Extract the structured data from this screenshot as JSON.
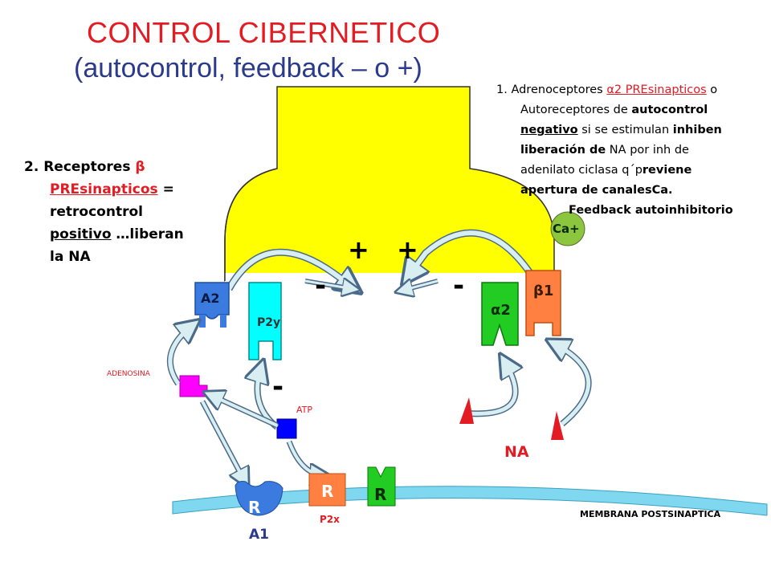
{
  "title": {
    "line1": "CONTROL CIBERNETICO",
    "line2": "(autocontrol, feedback – o +)"
  },
  "note1": {
    "prefix": "1. Adrenoceptores ",
    "highlight": "α2 PREsinapticos",
    "suffix": " o",
    "l2a": "Autoreceptores  de ",
    "l2b": "autocontrol",
    "l3a": "negativo",
    "l3b": " si se estimulan ",
    "l3c": "inhiben",
    "l4a": "liberación de",
    "l4b": " NA ",
    "l4c": "por inh de",
    "l5a": "adenilato ciclasa q´p",
    "l5b": "reviene",
    "l6": "apertura de canalesCa.",
    "l7": "Feedback autoinhibitorio"
  },
  "note2": {
    "prefix": "2. Receptores ",
    "beta": "β",
    "l2a": "PREsinapticos",
    "l2b": " =",
    "l3": "retrocontrol",
    "l4a": "positivo",
    "l4b": " …liberan",
    "l5": "la NA"
  },
  "labels": {
    "ca": "Ca+",
    "a2": "A2",
    "p2y": "P2y",
    "alpha2": "α2",
    "beta1": "β1",
    "plus1": "+",
    "plus2": "+",
    "minus1": "-",
    "minus2": "-",
    "minus3": "-",
    "adenosina": "ADENOSINA",
    "atp": "ATP",
    "na": "NA",
    "r1": "R",
    "a1": "A1",
    "r2": "R",
    "p2x": "P2x",
    "r3": "R",
    "membrana": "MEMBRANA POSTSINAPTICA"
  },
  "colors": {
    "terminal": "#ffff00",
    "a2_receptor": "#3b7be0",
    "p2y_receptor": "#00ffff",
    "alpha2_receptor": "#22cc22",
    "beta1_receptor": "#ff8040",
    "ca": "#8cc63f",
    "adenosine": "#ff00ff",
    "atp": "#0000ff",
    "na": "#e31b23",
    "membrane": "#7fd8f0",
    "arrow": "#d8ecec"
  }
}
